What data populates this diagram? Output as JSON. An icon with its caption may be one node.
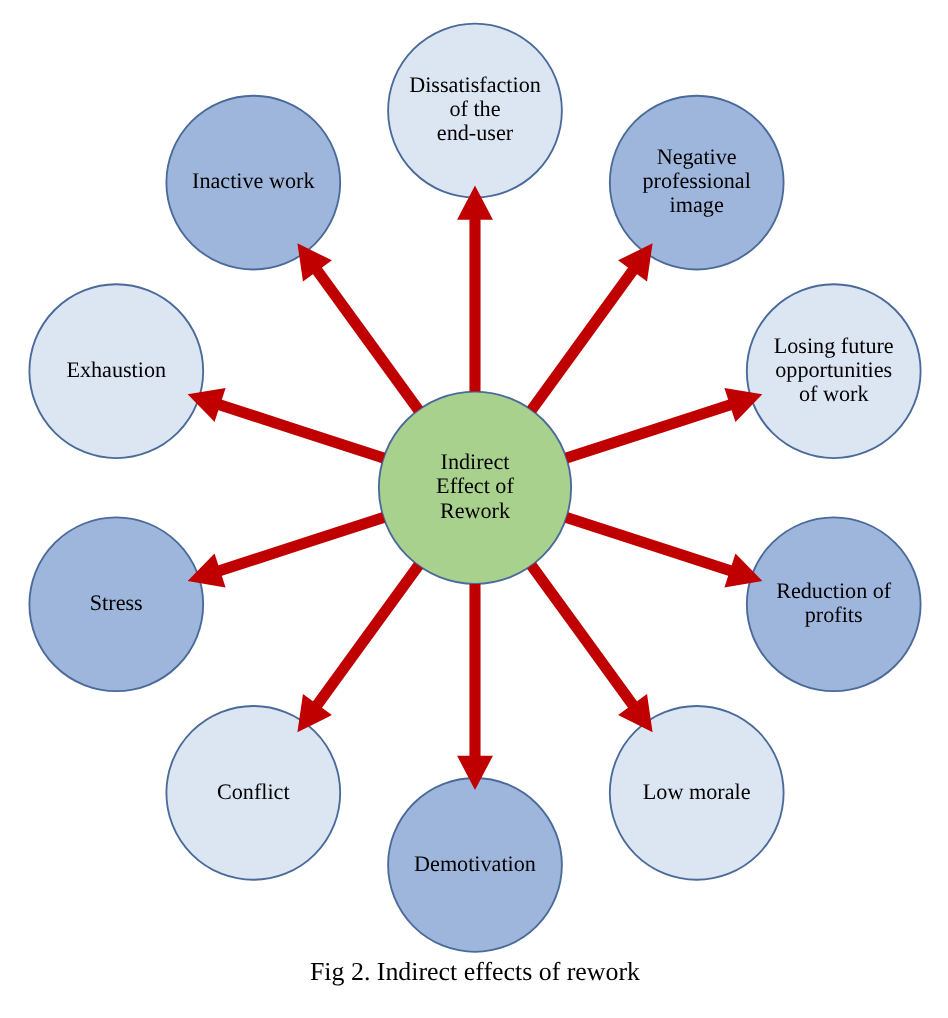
{
  "diagram": {
    "caption": "Fig 2. Indirect effects of rework",
    "nodes": [
      {
        "text": [
          "Indirect Effect of Rework"
        ]
      },
      {
        "text": [
          "Reduction of profits"
        ]
      },
      {
        "text": [
          "Low morale"
        ]
      },
      {
        "text": [
          "Demotivation"
        ]
      },
      {
        "text": [
          "Conflict"
        ]
      },
      {
        "text": [
          "Stress"
        ]
      },
      {
        "text": [
          "Exhaustion"
        ]
      },
      {
        "text": [
          "Inactive work"
        ]
      },
      {
        "text": [
          "Dissatisfaction of the end-user"
        ]
      },
      {
        "text": [
          "Negative professional image"
        ]
      },
      {
        "text": [
          "Losing future opportunities of work"
        ]
      }
    ],
    "edges": [
      {
        "from": 0,
        "to": 1,
        "arrow": "to"
      },
      {
        "from": 0,
        "to": 2,
        "arrow": "to"
      },
      {
        "from": 0,
        "to": 3,
        "arrow": "to"
      },
      {
        "from": 0,
        "to": 4,
        "arrow": "to"
      },
      {
        "from": 0,
        "to": 5,
        "arrow": "to"
      },
      {
        "from": 0,
        "to": 6,
        "arrow": "to"
      },
      {
        "from": 0,
        "to": 7,
        "arrow": "to"
      },
      {
        "from": 0,
        "to": 8,
        "arrow": "to"
      },
      {
        "from": 0,
        "to": 9,
        "arrow": "to"
      },
      {
        "from": 0,
        "to": 10,
        "arrow": "to"
      }
    ]
  }
}
